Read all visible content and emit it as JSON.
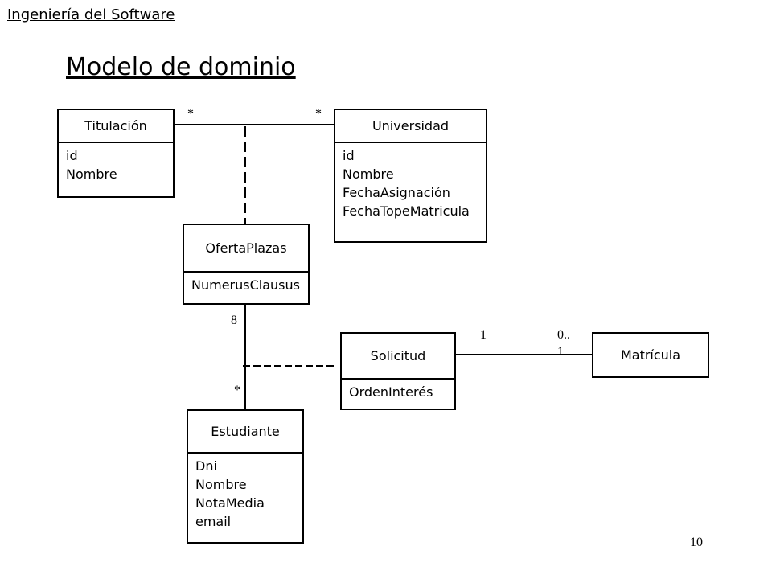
{
  "header": {
    "course": "Ingeniería del Software",
    "title": "Modelo de dominio"
  },
  "classes": {
    "titulacion": {
      "name": "Titulación",
      "attributes": [
        "id",
        "Nombre"
      ]
    },
    "universidad": {
      "name": "Universidad",
      "attributes": [
        "id",
        "Nombre",
        "FechaAsignación",
        "FechaTopeMatricula"
      ]
    },
    "ofertaplazas": {
      "name": "OfertaPlazas",
      "attributes": [
        "NumerusClausus"
      ]
    },
    "solicitud": {
      "name": "Solicitud",
      "attributes": [
        "OrdenInterés"
      ]
    },
    "matricula": {
      "name": "Matrícula",
      "attributes": []
    },
    "estudiante": {
      "name": "Estudiante",
      "attributes": [
        "Dni",
        "Nombre",
        "NotaMedia",
        "email"
      ]
    }
  },
  "multiplicities": {
    "titulacion_universidad_left": "*",
    "titulacion_universidad_right": "*",
    "ofertaplazas_estudiante_top": "8",
    "ofertaplazas_estudiante_bottom": "*",
    "solicitud_matricula_left": "1",
    "solicitud_matricula_right_1": "0..",
    "solicitud_matricula_right_2": "1"
  },
  "footer": {
    "page_number": "10"
  }
}
